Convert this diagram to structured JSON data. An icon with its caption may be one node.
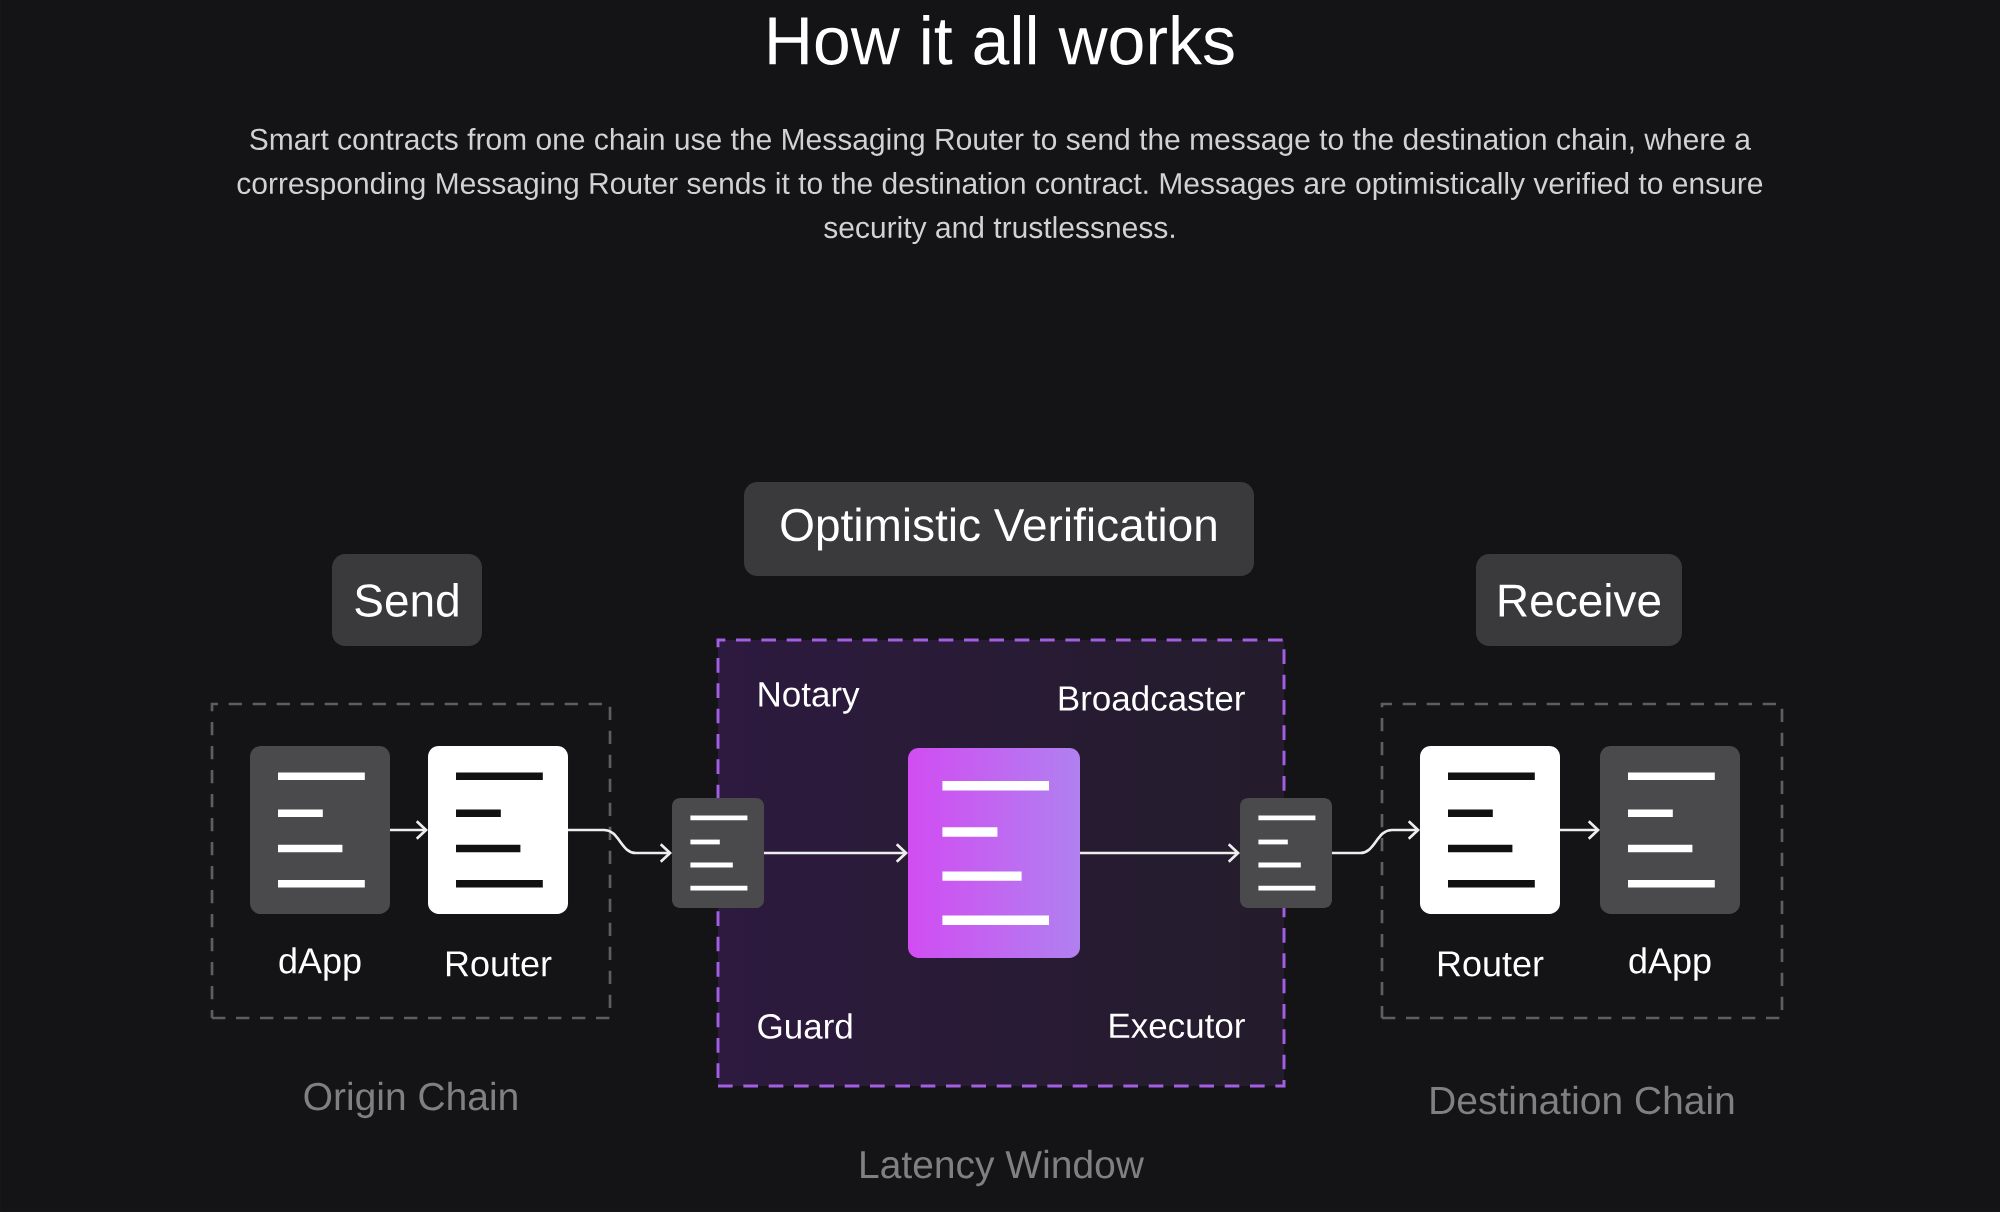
{
  "diagram": {
    "title": "How it all works",
    "nodes": [
      {
        "text": [
          "Send"
        ]
      },
      {
        "text": [
          "Optimistic Verification"
        ]
      },
      {
        "text": [
          "Receive"
        ]
      },
      {
        "text": [
          "Origin Chain"
        ]
      },
      {
        "text": [
          "dApp"
        ],
        "in": 3
      },
      {
        "text": [
          "Router"
        ],
        "in": 3
      },
      {
        "text": [
          "Notary",
          "Broadcaster",
          "Guard",
          "Executor",
          "Latency Window"
        ]
      },
      {
        "text": [],
        "shape": "box"
      },
      {
        "text": [],
        "shape": "box",
        "in": 6
      },
      {
        "text": [],
        "shape": "box"
      },
      {
        "text": [
          "Destination Chain"
        ]
      },
      {
        "text": [
          "Router"
        ],
        "in": 10
      },
      {
        "text": [
          "dApp"
        ],
        "in": 10
      }
    ],
    "edges": [
      {
        "from": 4,
        "to": 5,
        "arrow": "to"
      },
      {
        "from": 5,
        "to": 7,
        "arrow": "to"
      },
      {
        "from": 7,
        "to": 8,
        "arrow": "to"
      },
      {
        "from": 8,
        "to": 9,
        "arrow": "to"
      },
      {
        "from": 9,
        "to": 11,
        "arrow": "to"
      },
      {
        "from": 11,
        "to": 12,
        "arrow": "to"
      }
    ],
    "labels": [
      "Smart contracts from one chain use the Messaging Router to send the message to the destination chain, where a corresponding Messaging Router sends it to the destination contract. Messages are optimistically verified to ensure security and trustlessness."
    ]
  }
}
